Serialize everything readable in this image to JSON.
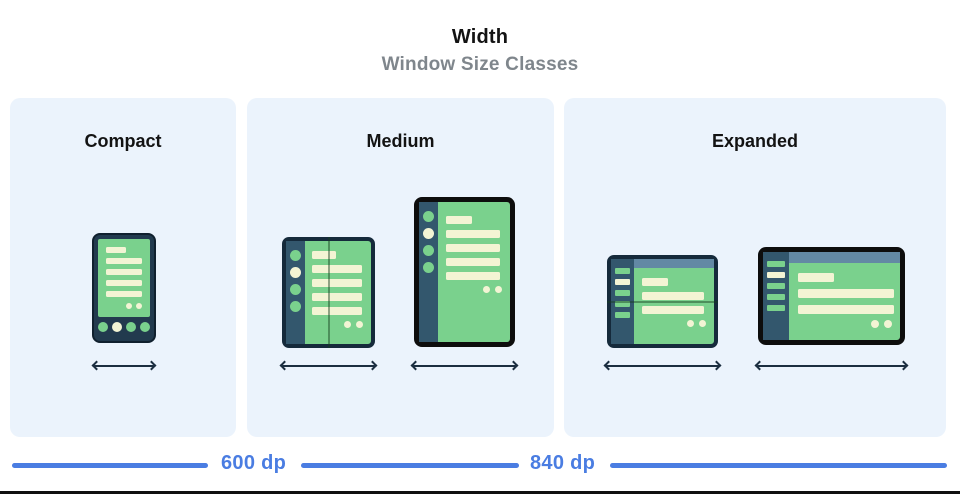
{
  "header": {
    "title": "Width",
    "subtitle": "Window Size Classes"
  },
  "panels": [
    {
      "label": "Compact",
      "devices": [
        "phone-portrait"
      ]
    },
    {
      "label": "Medium",
      "devices": [
        "foldable-open-portrait",
        "tablet-portrait"
      ]
    },
    {
      "label": "Expanded",
      "devices": [
        "foldable-open-landscape",
        "tablet-landscape"
      ]
    }
  ],
  "scale": {
    "unit": "dp",
    "breakpoints": [
      {
        "label": "600 dp",
        "value": 600
      },
      {
        "label": "840 dp",
        "value": 840
      }
    ]
  },
  "icons": {
    "width_arrow": "left-right-arrow"
  },
  "colors": {
    "panel_bg": "#EBF3FC",
    "green": "#7AD18D",
    "cream": "#F3F4D4",
    "navy_frame": "#223A4E",
    "navy_border": "#152A3B",
    "slate": "#33576D",
    "slate_top": "#6389A4",
    "black": "#0D0D0D",
    "blue": "#4A7DE2",
    "arrow": "#1B2E40",
    "title": "#131313",
    "subtitle": "#7F868C"
  }
}
